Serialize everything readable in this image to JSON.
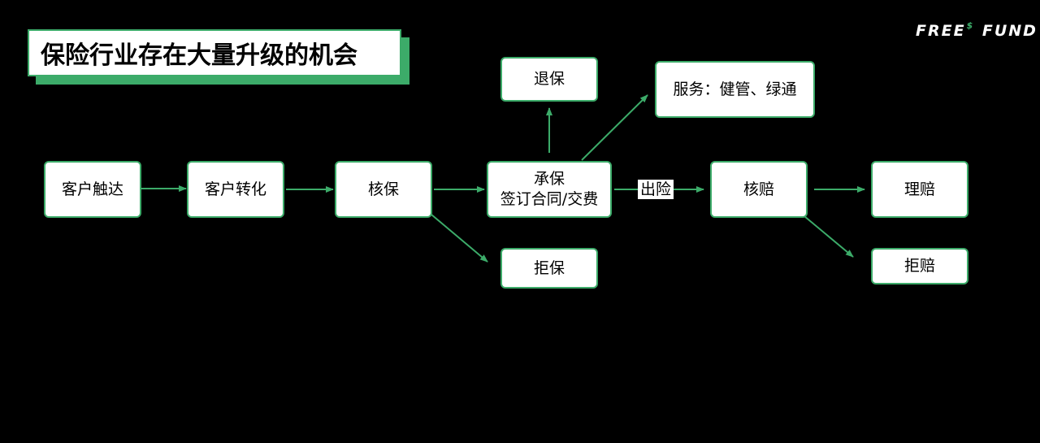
{
  "title": "保险行业存在大量升级的机会",
  "logo": {
    "left": "FREE",
    "symbol": "$",
    "right": "FUND"
  },
  "nodes": {
    "reach": "客户触达",
    "convert": "客户转化",
    "underwrite_check": "核保",
    "underwrite_line1": "承保",
    "underwrite_line2": "签订合同/交费",
    "surrender": "退保",
    "service": "服务：健管、绿通",
    "reject": "拒保",
    "claim_check": "核赔",
    "settle": "理赔",
    "claim_reject": "拒赔"
  },
  "edge_labels": {
    "risk_event": "出险"
  },
  "colors": {
    "background": "#000000",
    "accent": "#3cab69",
    "node_fill": "#ffffff"
  }
}
